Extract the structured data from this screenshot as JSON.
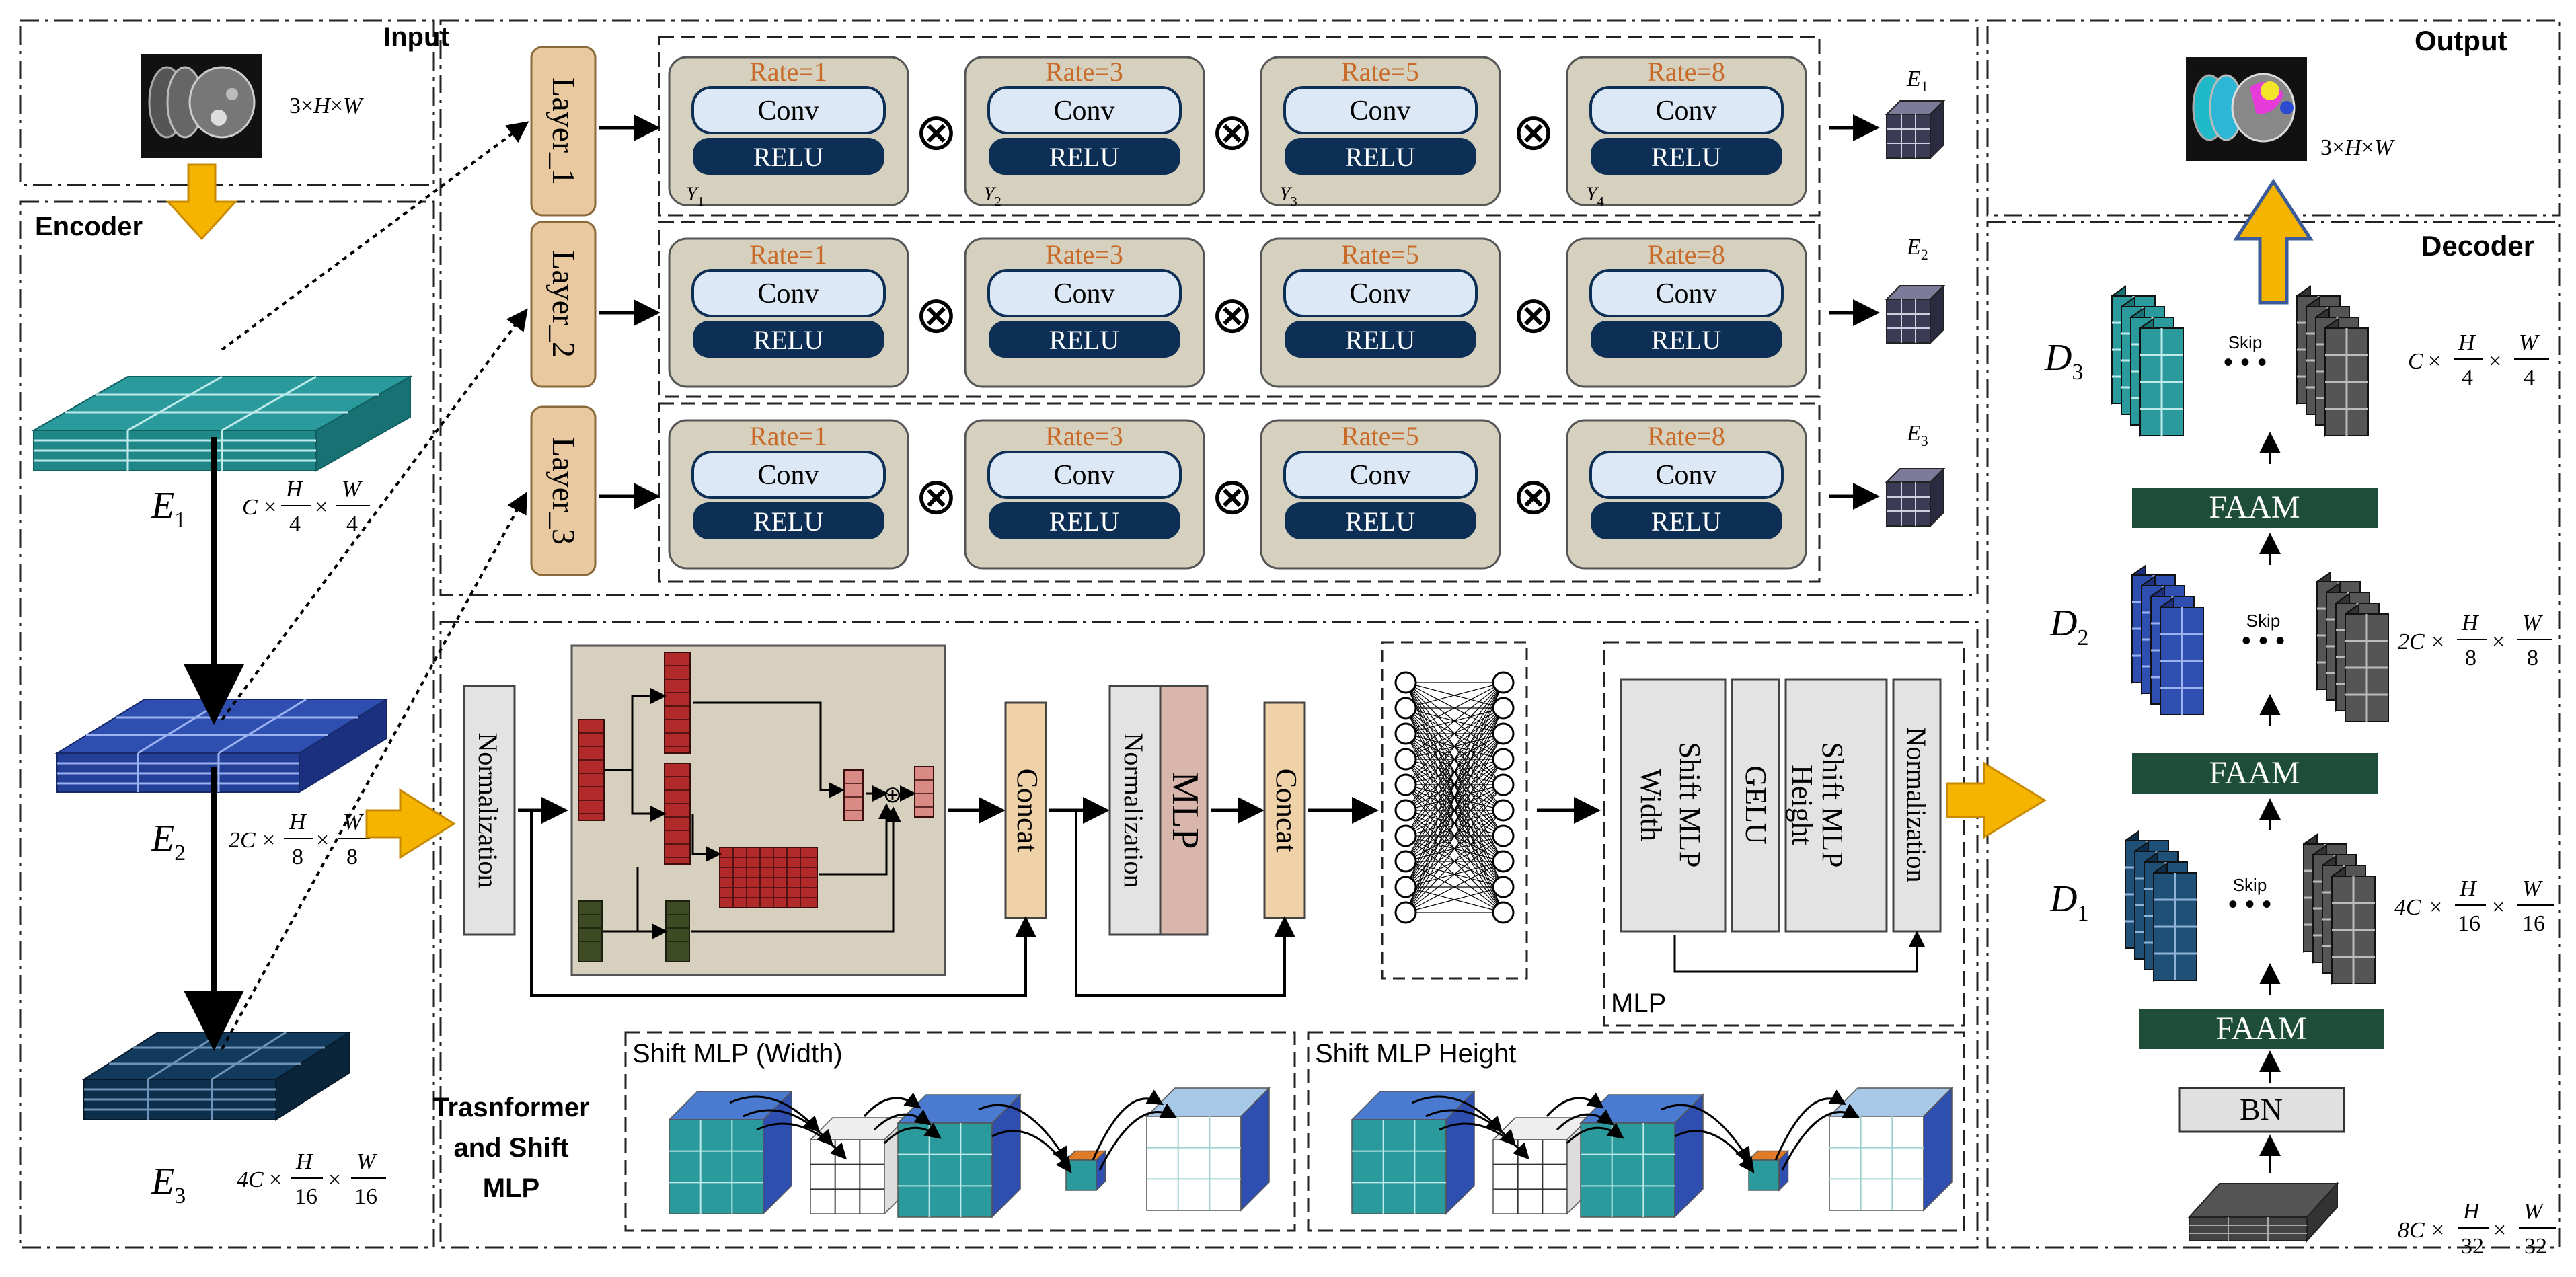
{
  "input": {
    "title": "Input",
    "shape": {
      "pre": "3",
      "mul1": "×",
      "v1": "H",
      "mul2": "×",
      "v2": "W"
    }
  },
  "output": {
    "title": "Output",
    "shape": {
      "pre": "3",
      "mul1": "×",
      "v1": "H",
      "mul2": "×",
      "v2": "W"
    }
  },
  "encoder": {
    "title": "Encoder",
    "stages": [
      {
        "sym": "E",
        "sub": "1",
        "pre": "C",
        "num1": "H",
        "den1": "4",
        "num2": "W",
        "den2": "4"
      },
      {
        "sym": "E",
        "sub": "2",
        "pre": "2C",
        "num1": "H",
        "den1": "8",
        "num2": "W",
        "den2": "8"
      },
      {
        "sym": "E",
        "sub": "3",
        "pre": "4C",
        "num1": "H",
        "den1": "16",
        "num2": "W",
        "den2": "16"
      }
    ]
  },
  "decoder": {
    "title": "Decoder",
    "stages": [
      {
        "sym": "D",
        "sub": "3",
        "skip": "Skip",
        "pre": "C",
        "num1": "H",
        "den1": "4",
        "num2": "W",
        "den2": "4"
      },
      {
        "sym": "D",
        "sub": "2",
        "skip": "Skip",
        "pre": "2C",
        "num1": "H",
        "den1": "8",
        "num2": "W",
        "den2": "8"
      },
      {
        "sym": "D",
        "sub": "1",
        "skip": "Skip",
        "pre": "4C",
        "num1": "H",
        "den1": "16",
        "num2": "W",
        "den2": "16"
      }
    ],
    "faam": [
      "FAAM",
      "FAAM",
      "FAAM"
    ],
    "bn": "BN",
    "bottom": {
      "pre": "8C",
      "num1": "H",
      "den1": "32",
      "num2": "W",
      "den2": "32"
    }
  },
  "dilated": {
    "rows": [
      {
        "layer": "Layer_1",
        "out_sym": "E",
        "out_sub": "1",
        "blocks": [
          {
            "rate": "Rate=1",
            "conv": "Conv",
            "act": "RELU",
            "y": "Y",
            "ysub": "1"
          },
          {
            "rate": "Rate=3",
            "conv": "Conv",
            "act": "RELU",
            "y": "Y",
            "ysub": "2"
          },
          {
            "rate": "Rate=5",
            "conv": "Conv",
            "act": "RELU",
            "y": "Y",
            "ysub": "3"
          },
          {
            "rate": "Rate=8",
            "conv": "Conv",
            "act": "RELU",
            "y": "Y",
            "ysub": "4"
          }
        ]
      },
      {
        "layer": "Layer_2",
        "out_sym": "E",
        "out_sub": "2",
        "blocks": [
          {
            "rate": "Rate=1",
            "conv": "Conv",
            "act": "RELU"
          },
          {
            "rate": "Rate=3",
            "conv": "Conv",
            "act": "RELU"
          },
          {
            "rate": "Rate=5",
            "conv": "Conv",
            "act": "RELU"
          },
          {
            "rate": "Rate=8",
            "conv": "Conv",
            "act": "RELU"
          }
        ]
      },
      {
        "layer": "Layer_3",
        "out_sym": "E",
        "out_sub": "3",
        "blocks": [
          {
            "rate": "Rate=1",
            "conv": "Conv",
            "act": "RELU"
          },
          {
            "rate": "Rate=3",
            "conv": "Conv",
            "act": "RELU"
          },
          {
            "rate": "Rate=5",
            "conv": "Conv",
            "act": "RELU"
          },
          {
            "rate": "Rate=8",
            "conv": "Conv",
            "act": "RELU"
          }
        ]
      }
    ],
    "multiply_symbol": "⊗"
  },
  "transformer": {
    "title_lines": [
      "Trasnformer",
      "and Shift",
      "MLP"
    ],
    "normalization": "Normalization",
    "concat1": "Concat",
    "mlp_norm": "Normalization",
    "mlp": "MLP",
    "concat2": "Concat",
    "plus_symbol": "⊕",
    "mlp_box": {
      "label": "MLP",
      "cols": [
        "Shift MLP\nWidth",
        "GELU",
        "Shift MLP\nHeight",
        "Normalization"
      ]
    },
    "shift_width": {
      "title": "Shift MLP (Width)"
    },
    "shift_height": {
      "title": "Shift MLP Height"
    }
  },
  "colors": {
    "teal": "#2a9a9c",
    "blue": "#2f4fb0",
    "navy": "#123a5c",
    "layer_fill": "#e8c9a0",
    "block_fill": "#d6d0bf",
    "conv_fill": "#dce8f5",
    "relu_fill": "#0e2f55",
    "rate_text": "#c86a28",
    "faam_fill": "#1e4d3a",
    "arrow_gold": "#f5b400",
    "concat_fill": "#efd2a8",
    "mlp_fill": "#d9b6ac",
    "attn_bg": "#d8d0bf",
    "red_cube": "#b02a2a",
    "olive_cube": "#3e4a24"
  }
}
